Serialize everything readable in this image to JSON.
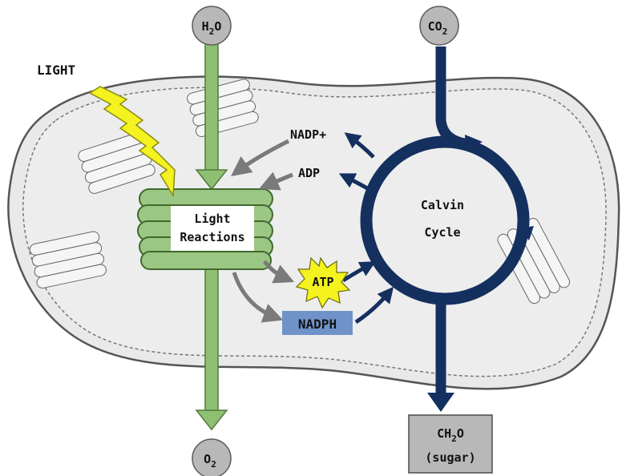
{
  "light_label": "LIGHT",
  "water": {
    "main": "H",
    "sub1": "2",
    "tail": "O"
  },
  "co2": {
    "main": "CO",
    "sub": "2"
  },
  "oxygen": {
    "main": "O",
    "sub": "2"
  },
  "sugar": {
    "line1_main": "CH",
    "line1_sub": "2",
    "line1_tail": "O",
    "line2": "(sugar)"
  },
  "light_reactions": {
    "line1": "Light",
    "line2": "Reactions"
  },
  "calvin_cycle": {
    "line1": "Calvin",
    "line2": "Cycle"
  },
  "nadp_plus": "NADP+",
  "adp": "ADP",
  "atp": "ATP",
  "nadph": "NADPH",
  "colors": {
    "green_arrow": "#8fbf73",
    "green_dark": "#4f7a3a",
    "blue_arrow": "#14305f",
    "chloroplast_fill": "#e9e9e9",
    "node_gray": "#b8b8b8",
    "lightning_yellow": "#f4f21f",
    "nadph_fill": "#6f93c9",
    "atp_fill": "#f4f21f"
  }
}
